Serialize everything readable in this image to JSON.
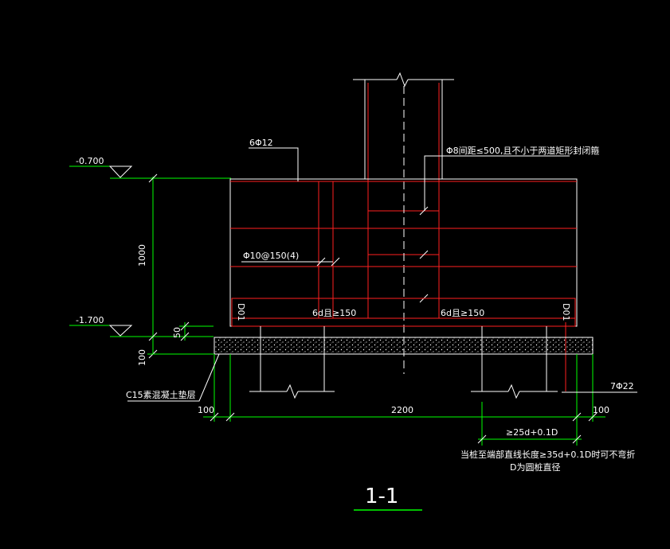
{
  "colors": {
    "background": "#000000",
    "outline": "#ffffff",
    "rebar": "#ff2020",
    "dimension": "#00ff00",
    "axis": "#ffffff"
  },
  "elevations": {
    "top": "-0.700",
    "bottom": "-1.700"
  },
  "dimensions": {
    "height": "1000",
    "pile_embed": "50",
    "cushion": "100",
    "width": "2200",
    "left_margin": "100",
    "right_margin": "100",
    "anchor_length": "≥25d+0.1D"
  },
  "labels": {
    "top_bars": "6Φ12",
    "stirrup_note": "Φ8间距≤500,且不小于两道矩形封闭箍",
    "distribution_bars": "Φ10@150(4)",
    "hook_left": "6d且≥150",
    "hook_right": "6d且≥150",
    "pile_left": "D01",
    "pile_right": "D01",
    "cushion_layer": "C15素混凝土垫层",
    "pile_bars": "7Φ22",
    "note_line1": "当桩至端部直线长度≥35d+0.1D时可不弯折",
    "note_line2": "D为圆桩直径",
    "section_title": "1-1"
  }
}
